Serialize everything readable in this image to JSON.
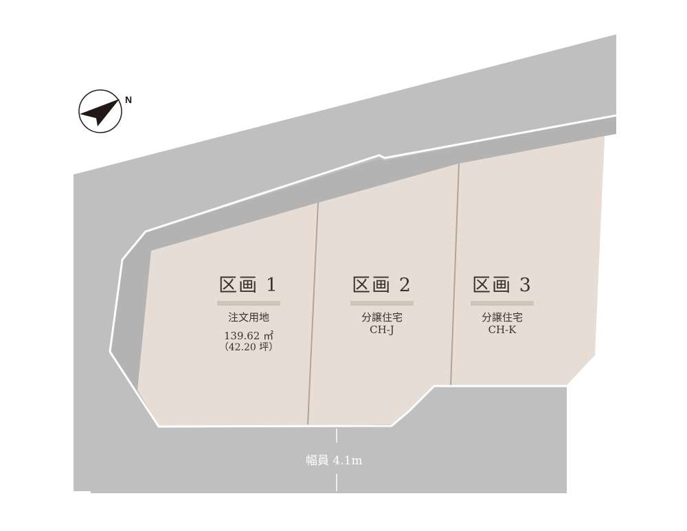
{
  "colors": {
    "road": "#bfbfbf",
    "setback": "#b3b3b3",
    "lot_fill": "#e8ddd4",
    "lot_divider": "#b0a49a",
    "boundary": "#ffffff",
    "label_bar": "#cdc4ba",
    "text": "#3a3230"
  },
  "compass": {
    "icon": "north-arrow-icon",
    "letter": "N"
  },
  "lots": [
    {
      "title": "区画 1",
      "subtitle": "注文用地",
      "area_sqm": "139.62 ㎡",
      "area_tsubo": "（42.20 坪）"
    },
    {
      "title": "区画 2",
      "subtitle": "分譲住宅",
      "code": "CH-J"
    },
    {
      "title": "区画 3",
      "subtitle": "分譲住宅",
      "code": "CH-K"
    }
  ],
  "road": {
    "label": "幅員 4.1m"
  }
}
